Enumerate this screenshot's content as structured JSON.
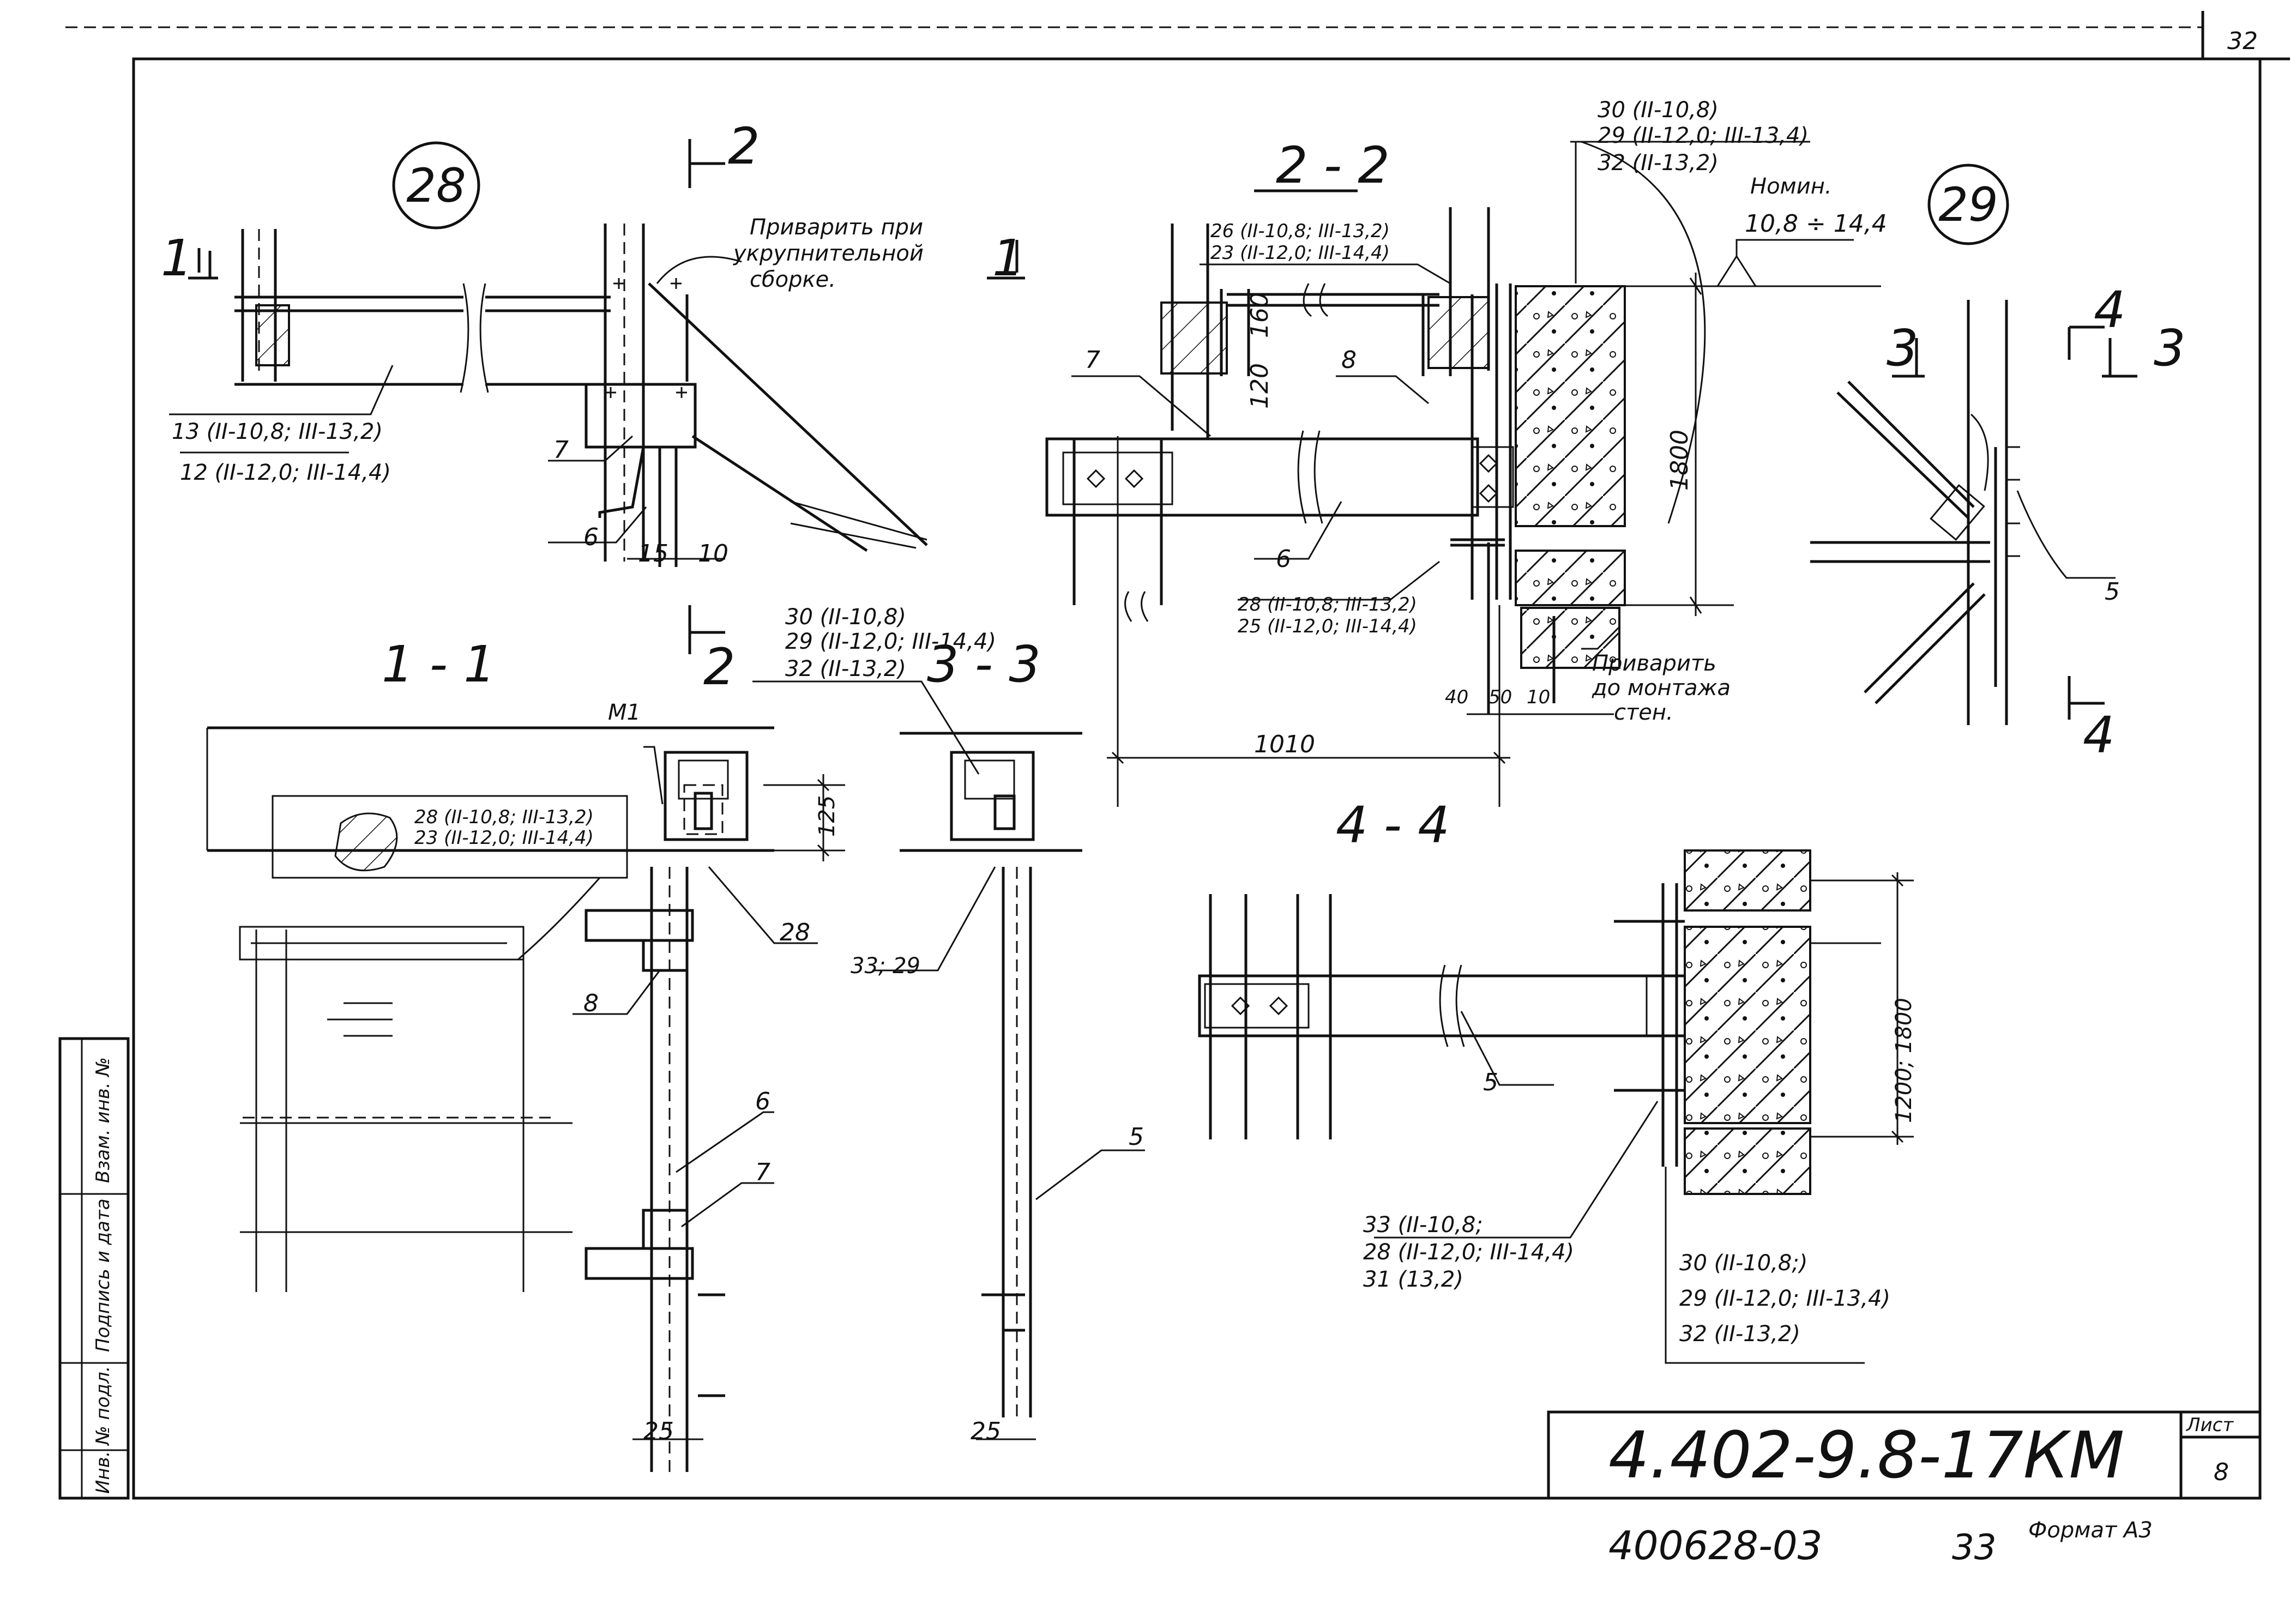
{
  "sheet": {
    "sheet_corner_number": "32",
    "designation": "4.402-9.8-17КМ",
    "sheet_label": "Лист",
    "sheet_number": "8",
    "archive_number": "400628-03",
    "page_number": "33",
    "format": "Формат А3"
  },
  "side_stamp": {
    "inv_no": "Инв. № подл.",
    "sign_date": "Подпись и дата",
    "replace_inv": "Взам. инв. №"
  },
  "node28": {
    "marker": "28",
    "cut_left": "1",
    "cut_right": "1",
    "cut_top": "2",
    "cut_bottom": "2",
    "note": [
      "Приварить при",
      "укрупнительной",
      "сборке."
    ],
    "label_13": "13 (II-10,8; III-13,2)",
    "label_12": "12 (II-12,0; III-14,4)",
    "pos_7": "7",
    "pos_6": "6",
    "dim_15": "15",
    "dim_10": "10"
  },
  "section22": {
    "title": "2 - 2",
    "label_26": "26 (II-10,8; III-13,2)",
    "label_23": "23 (II-12,0; III-14,4)",
    "label_30": "30 (II-10,8)",
    "label_29": "29 (II-12,0; III-13,4)",
    "label_32": "32 (II-13,2)",
    "mark_label": "Номин.",
    "mark_value": "10,8 ÷ 14,4",
    "label_28": "28 (II-10,8; III-13,2)",
    "label_25": "25 (II-12,0; III-14,4)",
    "pos_7": "7",
    "pos_8": "8",
    "pos_6": "6",
    "dim_160": "160",
    "dim_120": "120",
    "dim_1800": "1800",
    "dim_1010": "1010",
    "dim_40": "40",
    "dim_50": "50",
    "dim_10": "10",
    "weld_note": [
      "Приварить",
      "до монтажа",
      "стен."
    ]
  },
  "node29": {
    "marker": "29",
    "cut3_left": "3",
    "cut3_right": "3",
    "cut4_top": "4",
    "cut4_bottom": "4",
    "pos_5": "5"
  },
  "section11": {
    "title": "1 - 1",
    "label_M1": "М1",
    "label_28": "28 (II-10,8; III-13,2)",
    "label_23": "23 (II-12,0; III-14,4)",
    "dim_125": "125",
    "pos_28": "28",
    "pos_8": "8",
    "pos_6": "6",
    "pos_7": "7",
    "dim_25": "25"
  },
  "section33": {
    "title": "3 - 3",
    "label_30": "30 (II-10,8)",
    "label_29": "29 (II-12,0; III-14,4)",
    "label_32": "32 (II-13,2)",
    "label_33_29": "33; 29",
    "pos_5": "5",
    "dim_25": "25"
  },
  "section44": {
    "title": "4 - 4",
    "pos_5": "5",
    "dim_1800": "1200; 1800",
    "label_33": "33 (II-10,8;",
    "label_28": "28 (II-12,0; III-14,4)",
    "label_31": "31 (13,2)",
    "label_30": "30 (II-10,8;)",
    "label_29": "29 (II-12,0; III-13,4)",
    "label_32": "32 (II-13,2)"
  }
}
